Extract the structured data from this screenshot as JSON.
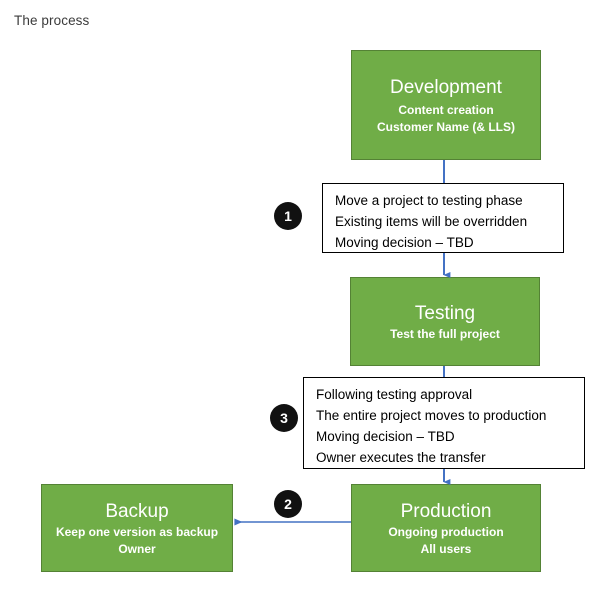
{
  "page": {
    "title": "The process",
    "background": "#ffffff"
  },
  "colors": {
    "box_fill": "#70ad47",
    "box_border": "#548235",
    "box_text": "#ffffff",
    "note_fill": "#ffffff",
    "note_border": "#000000",
    "note_text": "#000000",
    "badge_fill": "#111111",
    "badge_text": "#ffffff",
    "connector": "#4472c4"
  },
  "diagram": {
    "type": "flowchart",
    "process_boxes": [
      {
        "id": "development",
        "title": "Development",
        "lines": [
          "Content creation",
          "Customer Name (& LLS)"
        ]
      },
      {
        "id": "testing",
        "title": "Testing",
        "lines": [
          "Test the full project"
        ]
      },
      {
        "id": "production",
        "title": "Production",
        "lines": [
          "Ongoing production",
          "All users"
        ]
      },
      {
        "id": "backup",
        "title": "Backup",
        "lines": [
          "Keep one version as backup",
          "Owner"
        ]
      }
    ],
    "notes": [
      {
        "id": "note-1",
        "badge": "1",
        "lines": [
          "Move a project to testing phase",
          "Existing items will be overridden",
          "Moving decision – TBD"
        ]
      },
      {
        "id": "note-3",
        "badge": "3",
        "lines": [
          "Following testing approval",
          "The entire project moves to production",
          "Moving decision – TBD",
          "Owner executes the transfer"
        ]
      }
    ],
    "badges": [
      {
        "id": "badge-1",
        "label": "1"
      },
      {
        "id": "badge-3",
        "label": "3"
      },
      {
        "id": "badge-2",
        "label": "2"
      }
    ],
    "connections": [
      {
        "from": "development",
        "to": "note-1",
        "direction": "down"
      },
      {
        "from": "note-1",
        "to": "testing",
        "direction": "down"
      },
      {
        "from": "testing",
        "to": "note-3",
        "direction": "down"
      },
      {
        "from": "note-3",
        "to": "production",
        "direction": "down"
      },
      {
        "from": "production",
        "to": "backup",
        "direction": "left",
        "badge": "2"
      }
    ]
  }
}
